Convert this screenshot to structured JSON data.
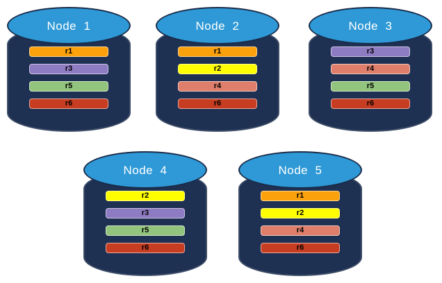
{
  "colors": {
    "background": "#FFFFFF",
    "cylinder_body": "#1F3153",
    "cylinder_body_outline": "#3E4E68",
    "cylinder_top": "#2E99D6",
    "cylinder_top_outline": "#1A2B49",
    "title_text": "#FFFFFF",
    "bar_label_text": "#000000",
    "replica_r1": "#FBA10B",
    "replica_r2": "#FEFE00",
    "replica_r3": "#8E7CC3",
    "replica_r4": "#DF7F6B",
    "replica_r5": "#93C47D",
    "replica_r6": "#C63D22"
  },
  "nodes": [
    {
      "title": "Node  1",
      "bars": [
        {
          "label": "r1",
          "color": "#FBA10B"
        },
        {
          "label": "r3",
          "color": "#8E7CC3"
        },
        {
          "label": "r5",
          "color": "#93C47D"
        },
        {
          "label": "r6",
          "color": "#C63D22"
        }
      ]
    },
    {
      "title": "Node  2",
      "bars": [
        {
          "label": "r1",
          "color": "#FBA10B"
        },
        {
          "label": "r2",
          "color": "#FEFE00"
        },
        {
          "label": "r4",
          "color": "#DF7F6B"
        },
        {
          "label": "r6",
          "color": "#C63D22"
        }
      ]
    },
    {
      "title": "Node  3",
      "bars": [
        {
          "label": "r3",
          "color": "#8E7CC3"
        },
        {
          "label": "r4",
          "color": "#DF7F6B"
        },
        {
          "label": "r5",
          "color": "#93C47D"
        },
        {
          "label": "r6",
          "color": "#C63D22"
        }
      ]
    },
    {
      "title": "Node  4",
      "bars": [
        {
          "label": "r2",
          "color": "#FEFE00"
        },
        {
          "label": "r3",
          "color": "#8E7CC3"
        },
        {
          "label": "r5",
          "color": "#93C47D"
        },
        {
          "label": "r6",
          "color": "#C63D22"
        }
      ]
    },
    {
      "title": "Node  5",
      "bars": [
        {
          "label": "r1",
          "color": "#FBA10B"
        },
        {
          "label": "r2",
          "color": "#FEFE00"
        },
        {
          "label": "r4",
          "color": "#DF7F6B"
        },
        {
          "label": "r6",
          "color": "#C63D22"
        }
      ]
    }
  ]
}
